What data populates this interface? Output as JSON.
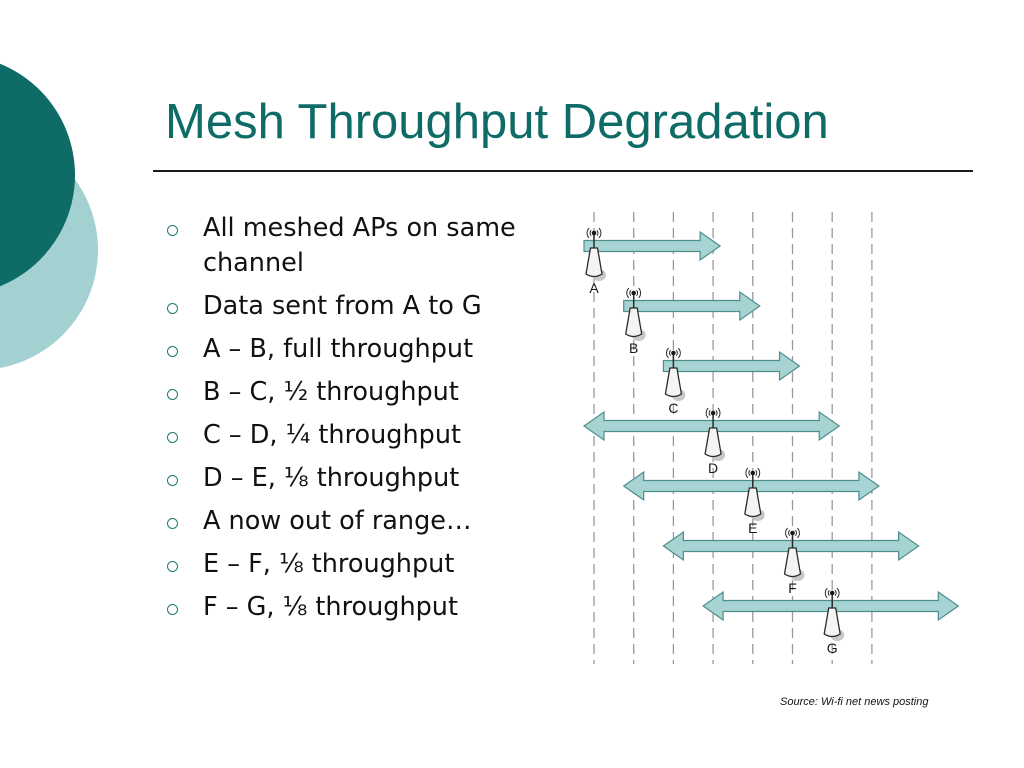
{
  "slide": {
    "title": "Mesh Throughput Degradation",
    "bullets": [
      "All meshed APs on same channel",
      "Data sent from A to G",
      "A – B, full throughput",
      "B – C, ½ throughput",
      "C – D, ¼ throughput",
      "D – E, ⅛ throughput",
      "A now out of range…",
      "E – F, ⅛ throughput",
      "F – G, ⅛ throughput"
    ],
    "source": "Source: Wi-fi net news posting"
  },
  "diagram": {
    "nodes": [
      {
        "label": "A",
        "arrow": "right"
      },
      {
        "label": "B",
        "arrow": "right"
      },
      {
        "label": "C",
        "arrow": "right"
      },
      {
        "label": "D",
        "arrow": "both"
      },
      {
        "label": "E",
        "arrow": "both"
      },
      {
        "label": "F",
        "arrow": "both"
      },
      {
        "label": "G",
        "arrow": "both"
      }
    ],
    "colors": {
      "arrow_fill": "#a7d3d3",
      "arrow_stroke": "#4d8e8e",
      "accent": "#0e6b66",
      "accent_light": "#a3d0d1"
    }
  }
}
